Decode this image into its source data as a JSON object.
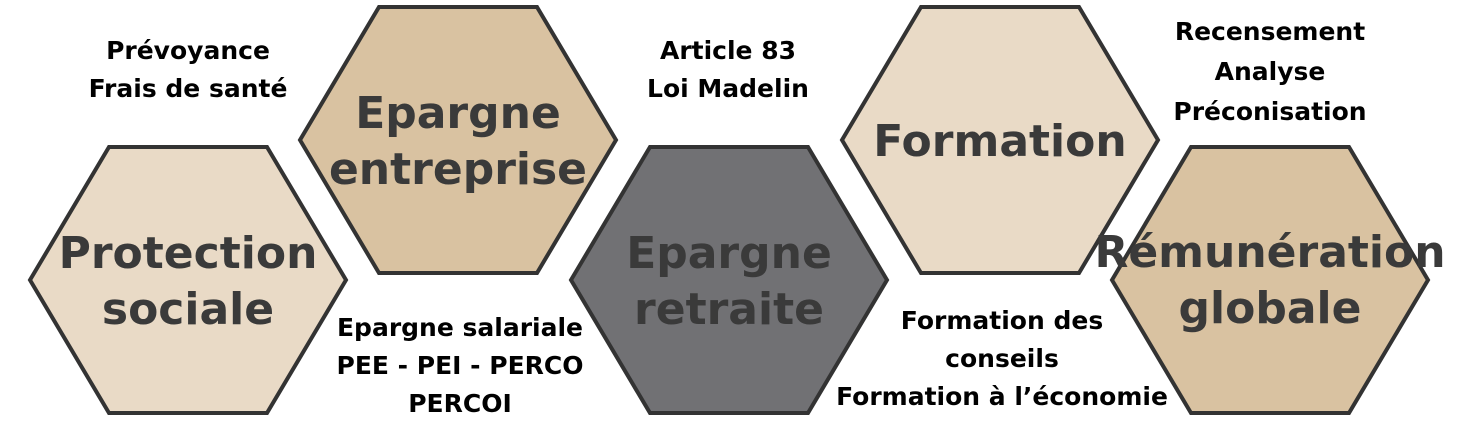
{
  "colors": {
    "light": "#e9dac6",
    "tan": "#d9c2a1",
    "gray": "#717174",
    "outline": "#333333",
    "text": "#3a3a3a"
  },
  "hexagons": [
    {
      "id": "protection-sociale",
      "lines": [
        "Protection",
        "sociale"
      ],
      "fill": "light"
    },
    {
      "id": "epargne-entreprise",
      "lines": [
        "Epargne",
        "entreprise"
      ],
      "fill": "tan"
    },
    {
      "id": "epargne-retraite",
      "lines": [
        "Epargne",
        "retraite"
      ],
      "fill": "gray"
    },
    {
      "id": "formation",
      "lines": [
        "Formation"
      ],
      "fill": "light"
    },
    {
      "id": "remuneration-globale",
      "lines": [
        "Rémunération",
        "globale"
      ],
      "fill": "tan"
    }
  ],
  "notes": {
    "prevoyance": [
      "Prévoyance",
      "Frais de santé"
    ],
    "article83": [
      "Article 83",
      "Loi Madelin"
    ],
    "recensement": [
      "Recensement",
      "Analyse",
      "Préconisation"
    ],
    "epargne_salariale": [
      "Epargne salariale",
      "PEE - PEI - PERCO",
      "PERCOI"
    ],
    "formation_conseils": [
      "Formation des",
      "conseils",
      "Formation à l’économie"
    ]
  }
}
